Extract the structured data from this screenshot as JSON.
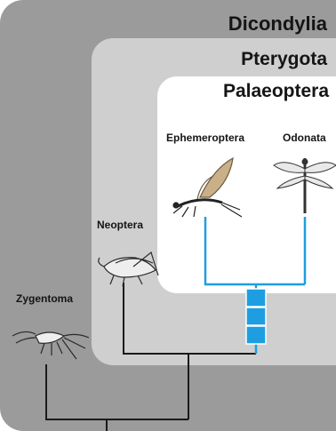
{
  "groups": {
    "outer": "Dicondylia",
    "middle": "Pterygota",
    "inner": "Palaeoptera"
  },
  "taxa": {
    "ephemeroptera": "Ephemeroptera",
    "odonata": "Odonata",
    "neoptera": "Neoptera",
    "zygentoma": "Zygentoma"
  },
  "colors": {
    "outer_panel": "#9b9b9b",
    "middle_panel": "#cfcfcf",
    "inner_panel": "#ffffff",
    "palaeoptera_branch": "#1e9ee0",
    "tree_line": "#1a1a1a"
  },
  "icons": [
    "mayfly-icon",
    "dragonfly-icon",
    "cricket-icon",
    "silverfish-icon"
  ]
}
